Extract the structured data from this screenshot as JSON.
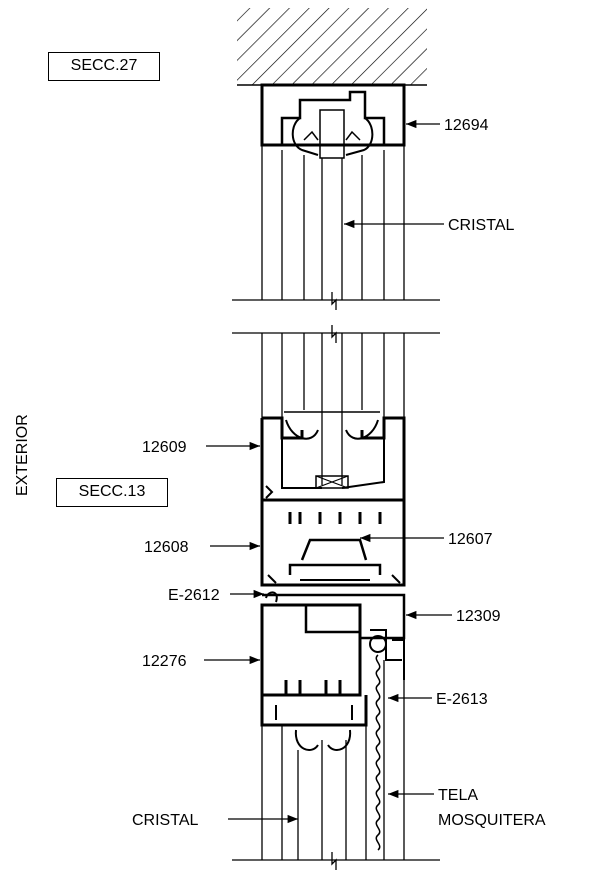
{
  "section_labels": {
    "secc27": "SECC.27",
    "secc13": "SECC.13"
  },
  "side_label": "EXTERIOR",
  "callouts": {
    "c12694": "12694",
    "cristal_top": "CRISTAL",
    "c12609": "12609",
    "c12608": "12608",
    "c12607": "12607",
    "e2612": "E-2612",
    "c12309": "12309",
    "c12276": "12276",
    "e2613": "E-2613",
    "cristal_bottom": "CRISTAL",
    "tela": "TELA",
    "mosquitera": "MOSQUITERA"
  },
  "colors": {
    "line": "#000000",
    "background": "#ffffff"
  }
}
